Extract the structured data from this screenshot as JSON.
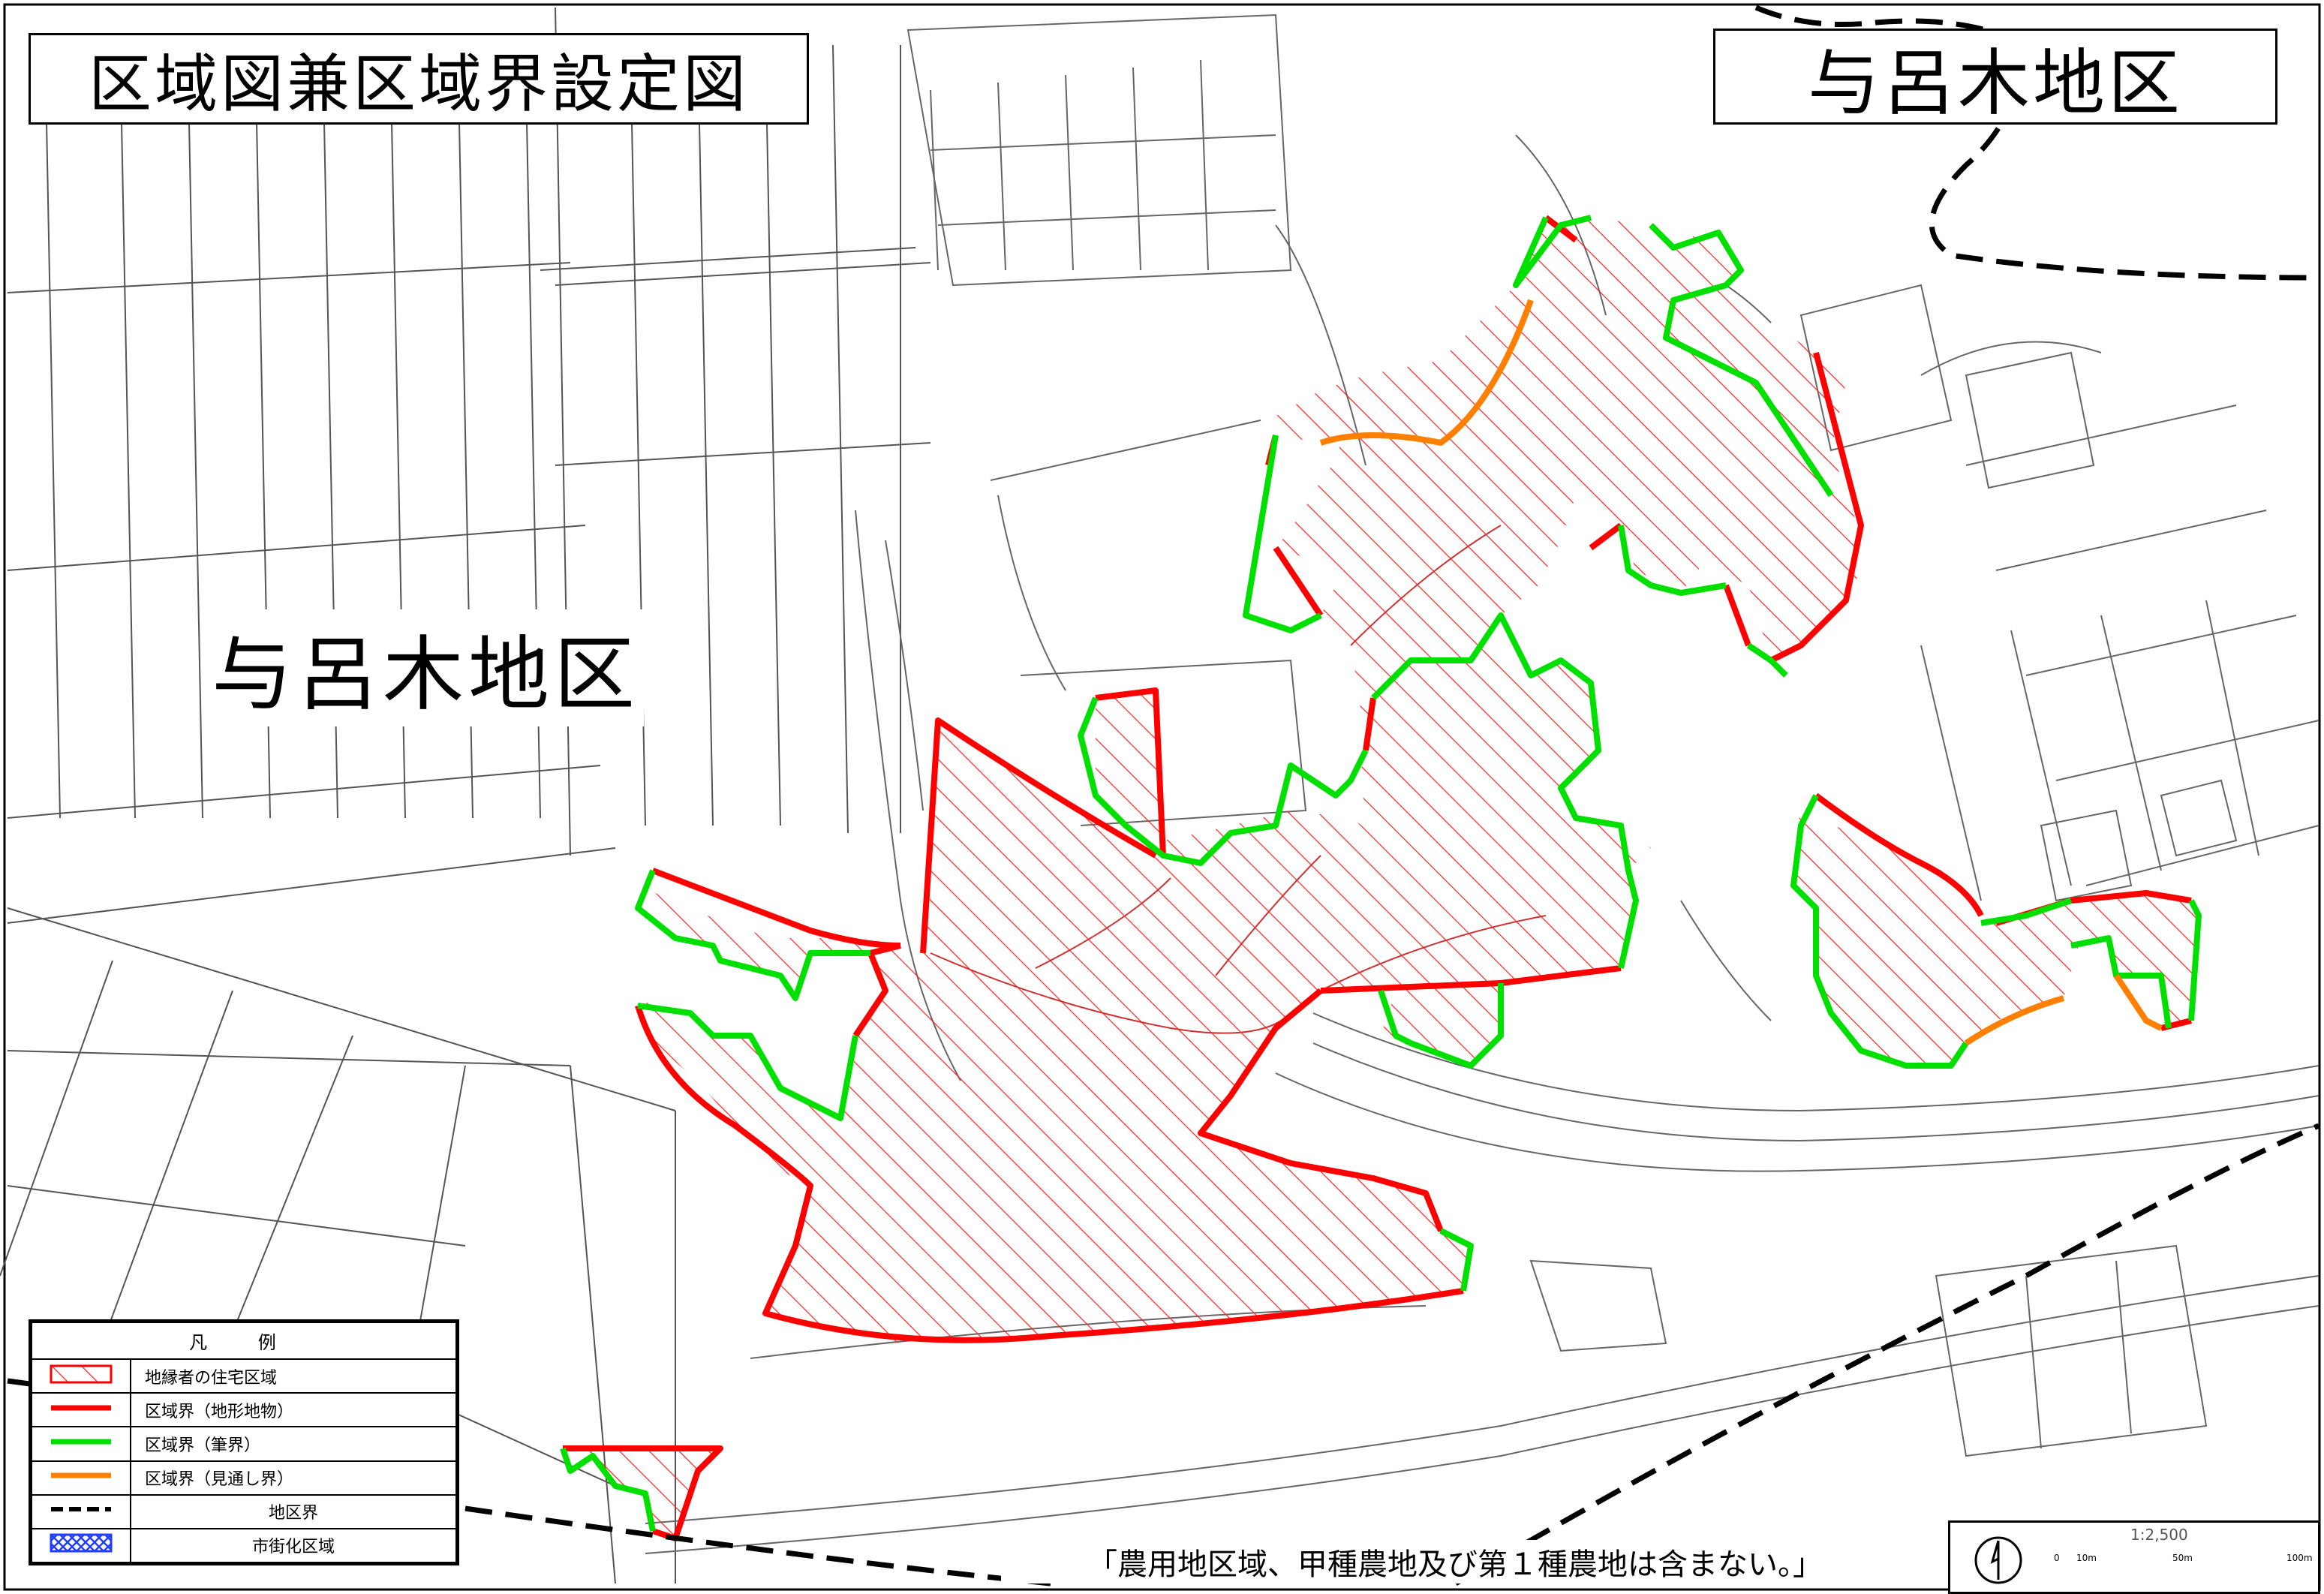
{
  "titles": {
    "left": "区域図兼区域界設定図",
    "right": "与呂木地区"
  },
  "map_label": "与呂木地区",
  "legend": {
    "header": "凡 例",
    "items": [
      {
        "key": "residential",
        "label": "地縁者の住宅区域",
        "symbol": "hatch-red"
      },
      {
        "key": "boundary-terrain",
        "label": "区域界（地形地物）",
        "symbol": "line",
        "color": "#ff0000"
      },
      {
        "key": "boundary-lot",
        "label": "区域界（筆界）",
        "symbol": "line",
        "color": "#00e000"
      },
      {
        "key": "boundary-sight",
        "label": "区域界（見通し界）",
        "symbol": "line",
        "color": "#ff8000"
      },
      {
        "key": "district-boundary",
        "label": "地区界",
        "symbol": "dash",
        "color": "#000000"
      },
      {
        "key": "urbanization-area",
        "label": "市街化区域",
        "symbol": "crosshatch",
        "color": "#1f3cff"
      }
    ]
  },
  "note": "「農用地区域、甲種農地及び第１種農地は含まない。」",
  "scale": {
    "ratio": "1:2,500",
    "ticks": [
      "0",
      "10m",
      "50m",
      "100m"
    ]
  },
  "colors": {
    "hatch": "#ff0000",
    "terrain": "#ff0000",
    "lot": "#00e000",
    "sight": "#ff8000",
    "basemap": "#555555"
  }
}
